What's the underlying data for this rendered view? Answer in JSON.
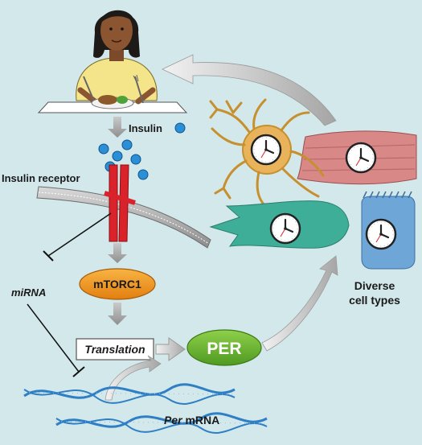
{
  "labels": {
    "insulin": "Insulin",
    "insulin_receptor": "Insulin receptor",
    "mirna": "miRNA",
    "mtorc1": "mTORC1",
    "translation": "Translation",
    "per": "PER",
    "per_mrna_italic": "Per",
    "per_mrna_rest": " mRNA",
    "diverse_line1": "Diverse",
    "diverse_line2": "cell types"
  },
  "colors": {
    "background": "#d3e8eb",
    "insulin_dot": "#2a8fd6",
    "receptor": "#d9222a",
    "mtorc1": "#f29a1e",
    "per": "#6fb52f",
    "neuron": "#e8b35a",
    "muscle": "#d98888",
    "fibroblast": "#3fae98",
    "epithelial": "#6ea6d8",
    "arrow": "#a9a9a9"
  },
  "icons": {
    "clock": "clock-icon",
    "person": "person-eating-illustration"
  }
}
